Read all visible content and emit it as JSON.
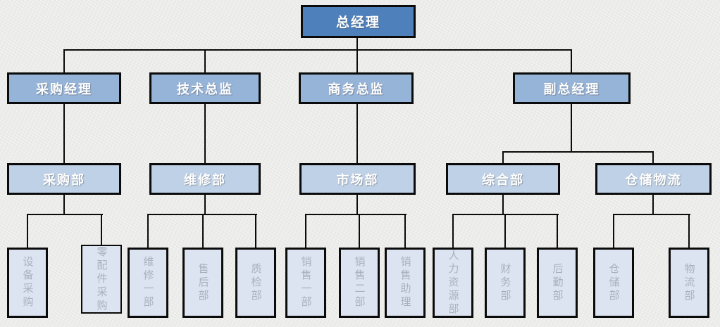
{
  "diagram": {
    "type": "org-chart",
    "background_color": "#ECECEA",
    "connector_color": "#0B0B0B",
    "box_border_color": "#0B0B0B",
    "level1_fill": "#4E80BC",
    "level2_fill": "#96B3D8",
    "level3_fill": "#BFD1E7",
    "level4_fill": "#DCE4F1",
    "label_color": "#FFFFFF",
    "level4_label_color": "#A8B1C0"
  },
  "tree": {
    "label": "总经理",
    "children": [
      {
        "label": "采购经理",
        "children": [
          {
            "label": "采购部",
            "children": [
              {
                "label": "设备采购"
              },
              {
                "label": "零配件采购"
              }
            ]
          }
        ]
      },
      {
        "label": "技术总监",
        "children": [
          {
            "label": "维修部",
            "children": [
              {
                "label": "维修一部"
              },
              {
                "label": "售后部"
              },
              {
                "label": "质检部"
              }
            ]
          }
        ]
      },
      {
        "label": "商务总监",
        "children": [
          {
            "label": "市场部",
            "children": [
              {
                "label": "销售一部"
              },
              {
                "label": "销售二部"
              },
              {
                "label": "销售助理"
              }
            ]
          }
        ]
      },
      {
        "label": "副总经理",
        "children": [
          {
            "label": "综合部",
            "children": [
              {
                "label": "人力资源部"
              },
              {
                "label": "财务部"
              },
              {
                "label": "后勤部"
              }
            ]
          },
          {
            "label": "仓储物流",
            "children": [
              {
                "label": "仓储部"
              },
              {
                "label": "物流部"
              }
            ]
          }
        ]
      }
    ]
  }
}
